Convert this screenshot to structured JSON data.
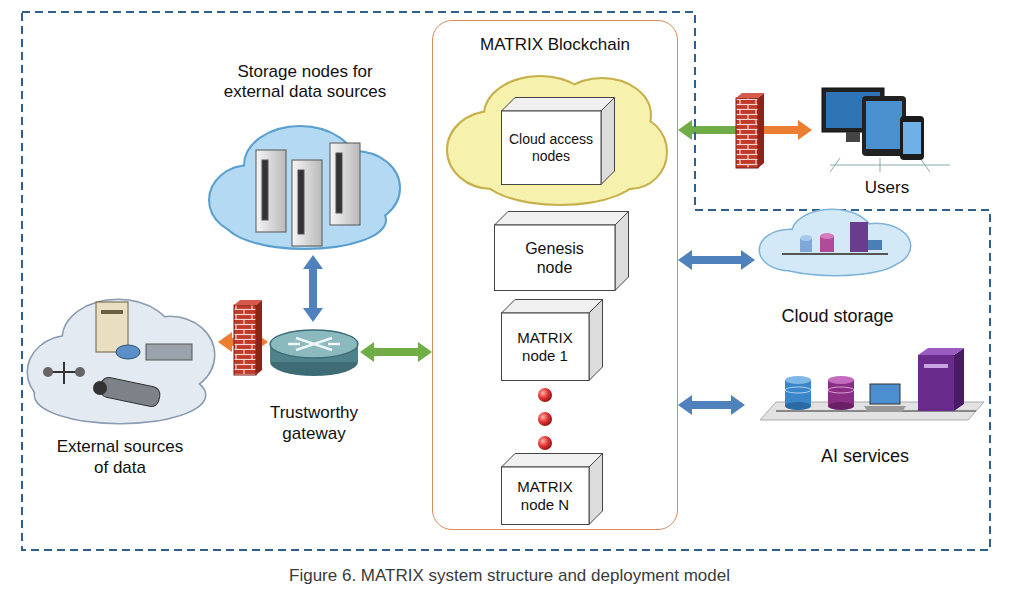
{
  "diagram": {
    "caption": "Figure 6. MATRIX system structure and deployment model",
    "nodes": [
      {
        "text": [
          "MATRIX Blockchain"
        ]
      },
      {
        "text": [
          "Cloud access nodes"
        ],
        "in": 0
      },
      {
        "text": [
          "Genesis node"
        ],
        "in": 0
      },
      {
        "text": [
          "MATRIX node 1"
        ],
        "in": 0
      },
      {
        "text": [
          "MATRIX node N"
        ],
        "in": 0
      },
      {
        "text": [
          "Storage nodes for external data sources"
        ]
      },
      {
        "text": [
          "Trustworthy gateway"
        ]
      },
      {
        "text": [
          "External sources of data"
        ]
      },
      {
        "text": [
          "Users"
        ]
      },
      {
        "text": [
          "Cloud storage"
        ]
      },
      {
        "text": [
          "AI services"
        ]
      }
    ],
    "edges": [
      {
        "from": 7,
        "to": 6,
        "arrow": "both"
      },
      {
        "from": 5,
        "to": 6,
        "arrow": "both"
      },
      {
        "from": 6,
        "to": 0,
        "arrow": "both"
      },
      {
        "from": 0,
        "to": 8,
        "arrow": "both"
      },
      {
        "from": 0,
        "to": 9,
        "arrow": "both"
      },
      {
        "from": 0,
        "to": 10,
        "arrow": "both"
      }
    ]
  }
}
